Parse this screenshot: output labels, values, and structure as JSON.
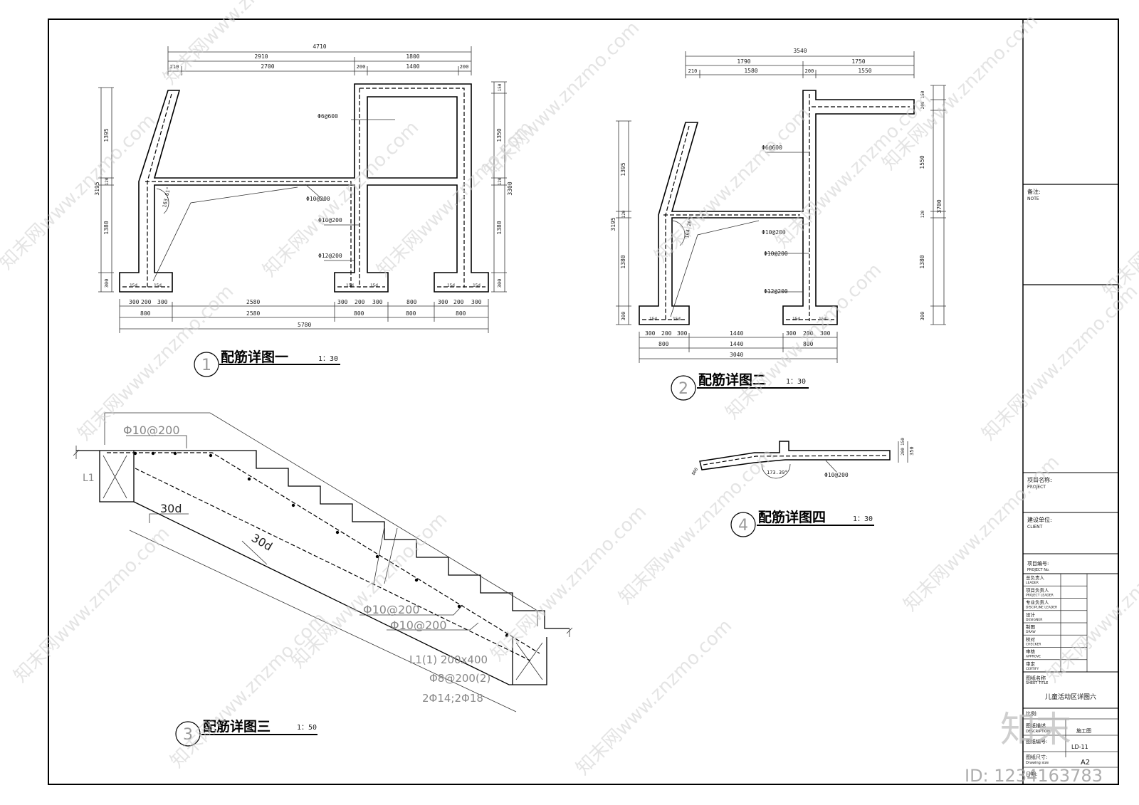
{
  "drawings": {
    "d1": {
      "title": "配筋详图一",
      "scale": "1：30",
      "num": "1",
      "dims_top": [
        "4710",
        "2910",
        "1800",
        "210",
        "2700",
        "200",
        "1400",
        "200"
      ],
      "dims_left": [
        "1395",
        "3195",
        "120",
        "1380",
        "300"
      ],
      "dims_right": [
        "150",
        "1350",
        "120",
        "3300",
        "1380",
        "300"
      ],
      "dims_bottom_1": [
        "300",
        "200",
        "300",
        "2580",
        "300",
        "200",
        "300",
        "800",
        "300",
        "200",
        "300"
      ],
      "dims_bottom_2": [
        "800",
        "2580",
        "800",
        "800",
        "800"
      ],
      "dims_bottom_3": "5780",
      "rebar": [
        "Φ6@600",
        "Φ10@200",
        "Φ10@200",
        "Φ12@200"
      ],
      "angle": "163.61°",
      "hook": [
        "15d",
        "15d",
        "15d",
        "15d",
        "15d",
        "15d"
      ]
    },
    "d2": {
      "title": "配筋详图二",
      "scale": "1：30",
      "num": "2",
      "dims_top": [
        "3540",
        "1790",
        "1750",
        "210",
        "1580",
        "200",
        "1550"
      ],
      "dims_left": [
        "1395",
        "120",
        "3195",
        "1380",
        "300"
      ],
      "dims_right": [
        "200",
        "150",
        "1550",
        "120",
        "3700",
        "1380",
        "300"
      ],
      "dims_bottom_1": [
        "300",
        "200",
        "300",
        "1440",
        "300",
        "200",
        "300"
      ],
      "dims_bottom_2": [
        "800",
        "1440",
        "800"
      ],
      "dims_bottom_3": "3040",
      "rebar": [
        "Φ6@600",
        "Φ10@200",
        "Φ10@200",
        "Φ12@200"
      ],
      "angle": "164.26°",
      "hook": [
        "15d",
        "15d",
        "15d",
        "15d"
      ]
    },
    "d3": {
      "title": "配筋详图三",
      "scale": "1：50",
      "num": "3",
      "labels": [
        "Φ10@200",
        "L1",
        "30d",
        "30d",
        "Φ10@200",
        "Φ10@200",
        "L1(1) 200x400",
        "Φ8@200(2)",
        "2Φ14;2Φ18"
      ]
    },
    "d4": {
      "title": "配筋详图四",
      "scale": "1：30",
      "num": "4",
      "labels": [
        "800",
        "173.39°",
        "Φ10@200",
        "200",
        "150",
        "350"
      ]
    }
  },
  "titleblock": {
    "note": "备注:",
    "note_en": "NOTE",
    "project": "项目名称:",
    "project_en": "PROJECT",
    "client": "建设单位:",
    "client_en": "CLIENT",
    "project_no": "项目编号:",
    "project_no_en": "PROJECT No.",
    "rows": [
      {
        "cn": "总负责人",
        "en": "LEADER"
      },
      {
        "cn": "项目负责人",
        "en": "PROJECT LEADER"
      },
      {
        "cn": "专业负责人",
        "en": "DISCIPLINE LEADER"
      },
      {
        "cn": "设计",
        "en": "DESIGNER"
      },
      {
        "cn": "制图",
        "en": "DRAW"
      },
      {
        "cn": "校对",
        "en": "CHECKER"
      },
      {
        "cn": "审核",
        "en": "APPROVE"
      },
      {
        "cn": "审定",
        "en": "CERTIFY"
      }
    ],
    "sheet_title_cn": "图纸名称",
    "sheet_title_en": "SHEET TITLE",
    "sheet_title": "儿童活动区详图六",
    "scale_label": "比例:",
    "desc_label": "图纸描述",
    "desc_en": "DESCRIPTION",
    "desc_value": "施工图",
    "no_label": "图纸编号:",
    "no_value": "LD-11",
    "size_label": "图纸尺寸:",
    "size_en": "Drawing size",
    "size_value": "A2",
    "date_label": "日期:"
  },
  "watermark": {
    "text": "知末网www.znzmo.com",
    "brand": "知末",
    "id": "ID: 1234163783"
  }
}
